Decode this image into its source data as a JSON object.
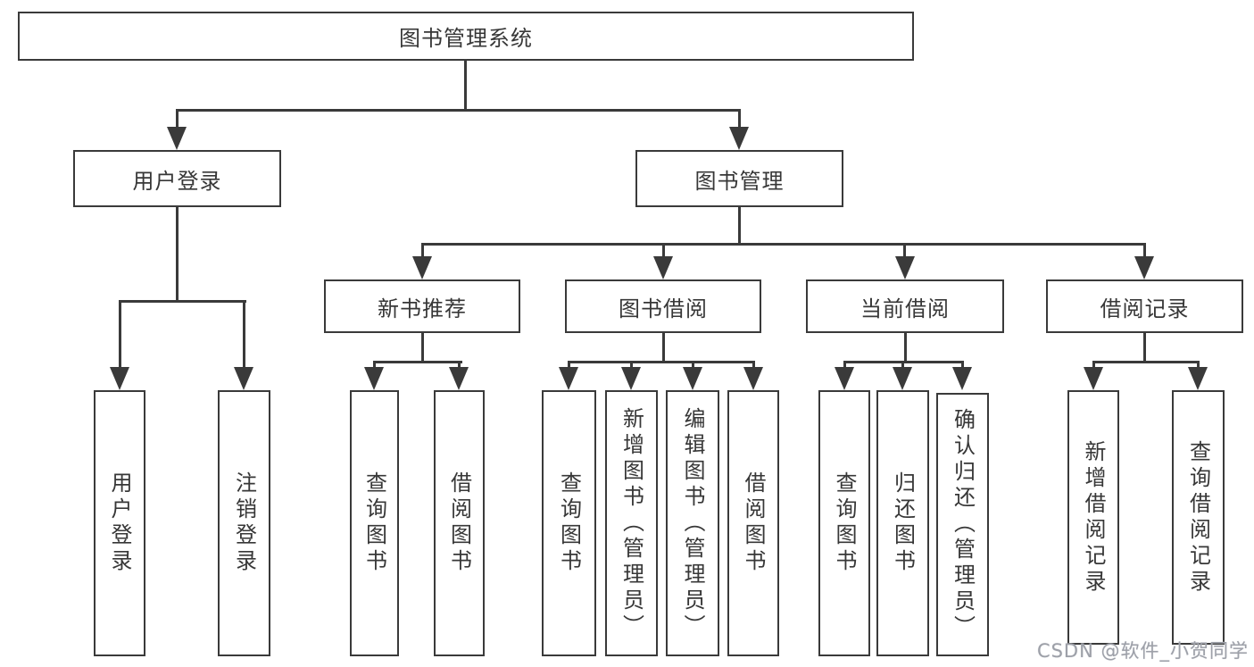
{
  "watermark": "CSDN @软件_小贺同学",
  "colors": {
    "line": "#3a3a3a",
    "text": "#373737",
    "watermark": "#9da0a8",
    "background": "#ffffff"
  },
  "tree": {
    "label": "图书管理系统",
    "children": [
      {
        "label": "用户登录",
        "children": [
          {
            "label": "用户登录"
          },
          {
            "label": "注销登录"
          }
        ]
      },
      {
        "label": "图书管理",
        "children": [
          {
            "label": "新书推荐",
            "children": [
              {
                "label": "查询图书"
              },
              {
                "label": "借阅图书"
              }
            ]
          },
          {
            "label": "图书借阅",
            "children": [
              {
                "label": "查询图书"
              },
              {
                "label": "新增图书（管理员）"
              },
              {
                "label": "编辑图书（管理员）"
              },
              {
                "label": "借阅图书"
              }
            ]
          },
          {
            "label": "当前借阅",
            "children": [
              {
                "label": "查询图书"
              },
              {
                "label": "归还图书"
              },
              {
                "label": "确认归还（管理员）"
              }
            ]
          },
          {
            "label": "借阅记录",
            "children": [
              {
                "label": "新增借阅记录"
              },
              {
                "label": "查询借阅记录"
              }
            ]
          }
        ]
      }
    ]
  }
}
